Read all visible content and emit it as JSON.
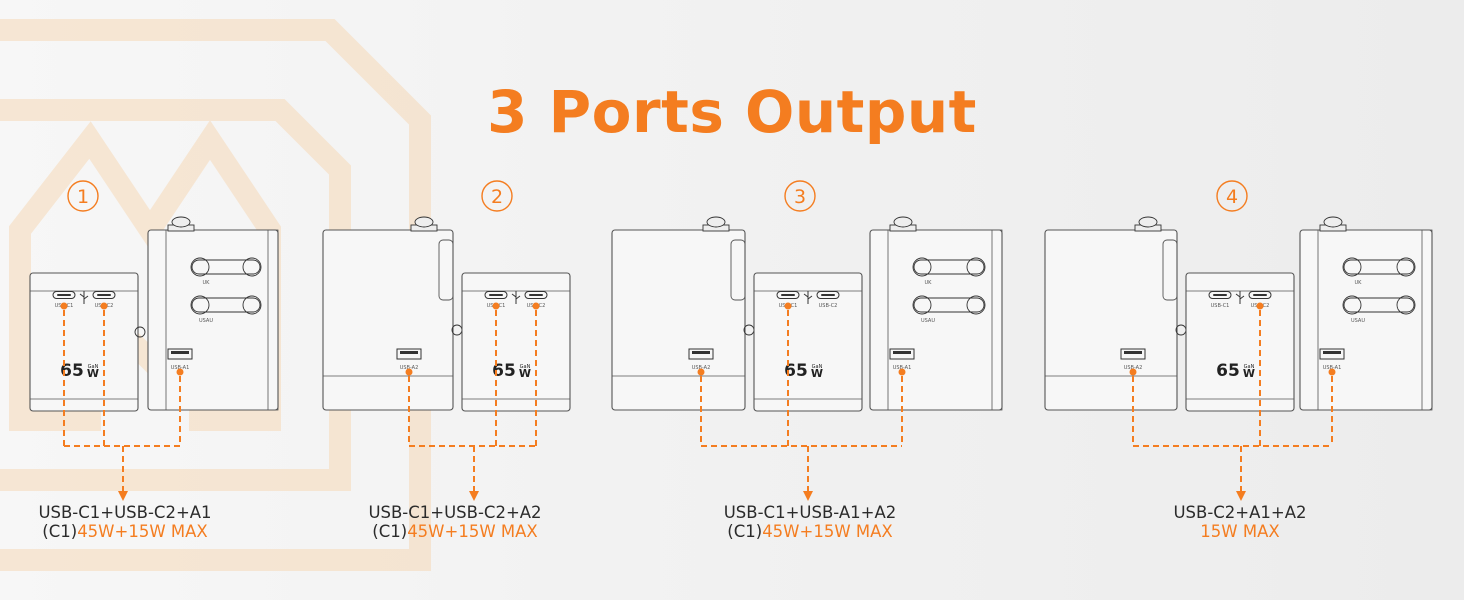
{
  "title": "3 Ports Output",
  "colors": {
    "accent": "#f47d20",
    "text": "#2b2b2b",
    "line": "#555555"
  },
  "port_labels": {
    "c1": "USB-C1",
    "c2": "USB-C2",
    "a1": "USB-A1",
    "a2": "USB-A2",
    "uk": "UK",
    "usau": "USAU"
  },
  "badge": {
    "wattage": "65",
    "unit": "W",
    "tech": "GaN"
  },
  "configs": [
    {
      "number": "1",
      "ports": "USB-C1+USB-C2+A1",
      "prefix": "(C1)",
      "power": "45W+15W MAX"
    },
    {
      "number": "2",
      "ports": "USB-C1+USB-C2+A2",
      "prefix": "(C1)",
      "power": "45W+15W MAX"
    },
    {
      "number": "3",
      "ports": "USB-C1+USB-A1+A2",
      "prefix": "(C1)",
      "power": "45W+15W MAX"
    },
    {
      "number": "4",
      "ports": "USB-C2+A1+A2",
      "prefix": "",
      "power": "15W MAX"
    }
  ]
}
